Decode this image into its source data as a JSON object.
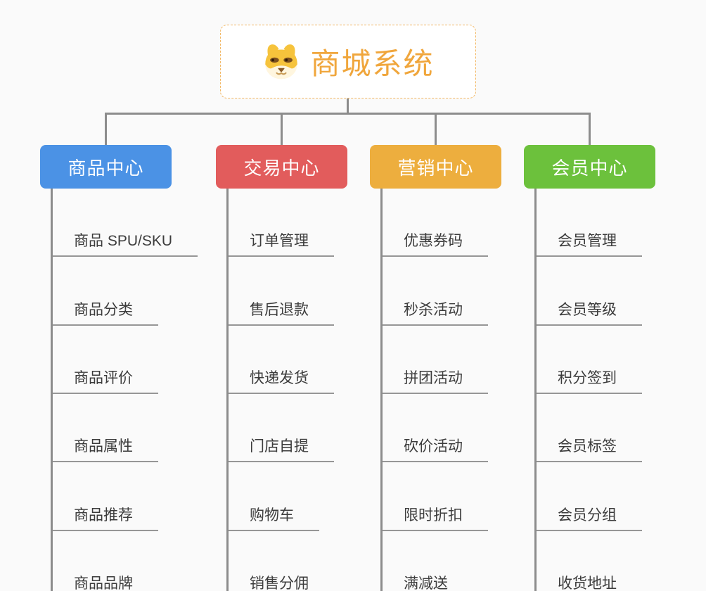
{
  "root": {
    "title": "商城系统",
    "icon": "dog-face-icon",
    "text_color": "#f0a63c",
    "border_color": "#f2b763"
  },
  "connector_color": "#8c8c8c",
  "branches": [
    {
      "label": "商品中心",
      "color": "#4b92e5",
      "children": [
        "商品 SPU/SKU",
        "商品分类",
        "商品评价",
        "商品属性",
        "商品推荐",
        "商品品牌"
      ]
    },
    {
      "label": "交易中心",
      "color": "#e25c5c",
      "children": [
        "订单管理",
        "售后退款",
        "快递发货",
        "门店自提",
        "购物车",
        "销售分佣"
      ]
    },
    {
      "label": "营销中心",
      "color": "#edae3e",
      "children": [
        "优惠券码",
        "秒杀活动",
        "拼团活动",
        "砍价活动",
        "限时折扣",
        "满减送"
      ]
    },
    {
      "label": "会员中心",
      "color": "#6cc13c",
      "children": [
        "会员管理",
        "会员等级",
        "积分签到",
        "会员标签",
        "会员分组",
        "收货地址"
      ]
    }
  ]
}
